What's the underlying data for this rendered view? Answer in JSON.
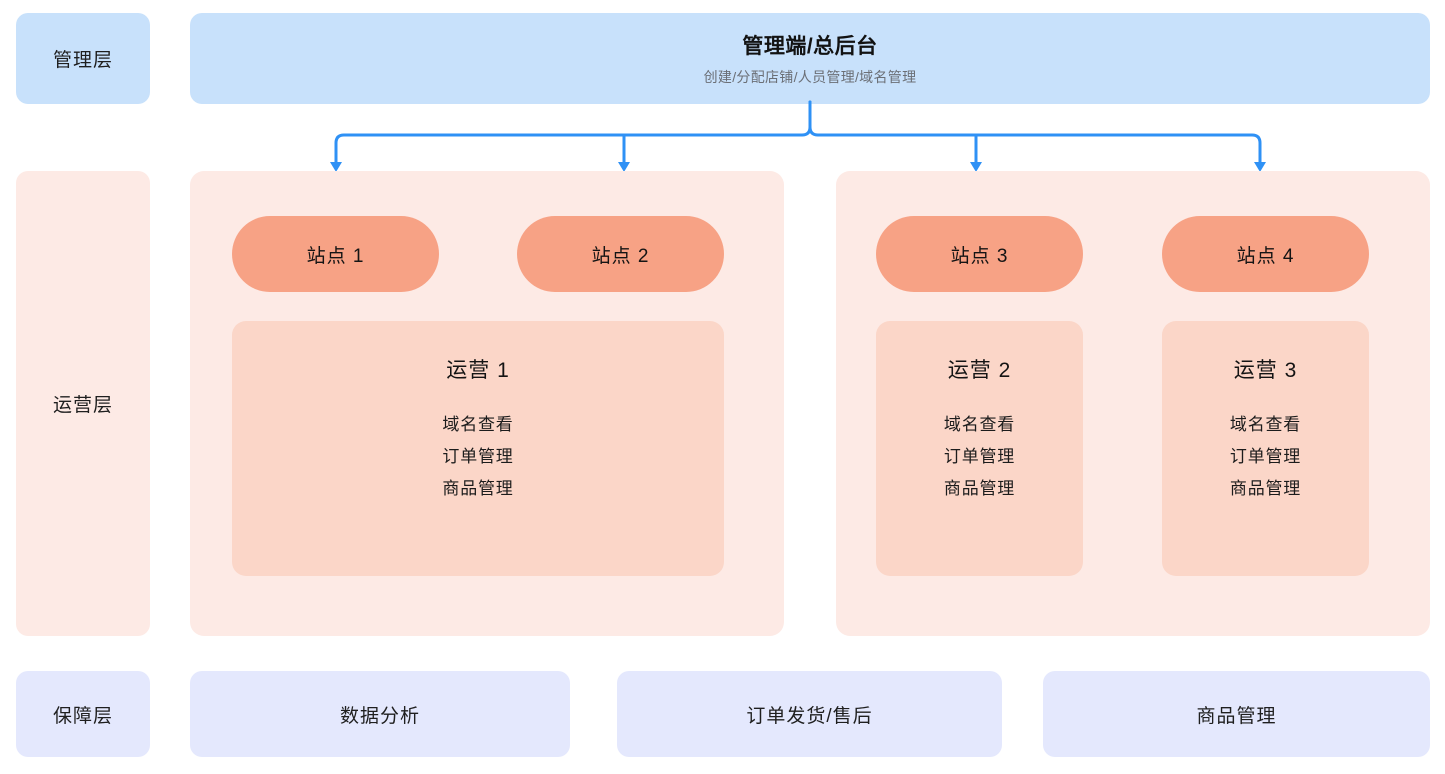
{
  "layers": [
    {
      "id": "admin",
      "label": "管理层"
    },
    {
      "id": "ops",
      "label": "运营层"
    },
    {
      "id": "support",
      "label": "保障层"
    }
  ],
  "admin_banner": {
    "title": "管理端/总后台",
    "subtitle": "创建/分配店铺/人员管理/域名管理"
  },
  "groups": [
    {
      "id": "group-left",
      "sites": [
        {
          "label": "站点 1"
        },
        {
          "label": "站点 2"
        }
      ],
      "ops": [
        {
          "title": "运营 1",
          "items": [
            "域名查看",
            "订单管理",
            "商品管理"
          ]
        }
      ]
    },
    {
      "id": "group-right",
      "sites": [
        {
          "label": "站点 3"
        },
        {
          "label": "站点 4"
        }
      ],
      "ops": [
        {
          "title": "运营 2",
          "items": [
            "域名查看",
            "订单管理",
            "商品管理"
          ]
        },
        {
          "title": "运营 3",
          "items": [
            "域名查看",
            "订单管理",
            "商品管理"
          ]
        }
      ]
    }
  ],
  "support_items": [
    {
      "label": "数据分析"
    },
    {
      "label": "订单发货/售后"
    },
    {
      "label": "商品管理"
    }
  ],
  "colors": {
    "admin_blue": "#c8e1fb",
    "ops_pink_panel": "#fdeae5",
    "site_pill_orange": "#f7a285",
    "ops_box_peach": "#fbd6c8",
    "support_lavender": "#e4e8fd",
    "connector_blue": "#2f91f5",
    "text_primary": "#1c1c1c",
    "text_muted": "#6b6f76"
  }
}
